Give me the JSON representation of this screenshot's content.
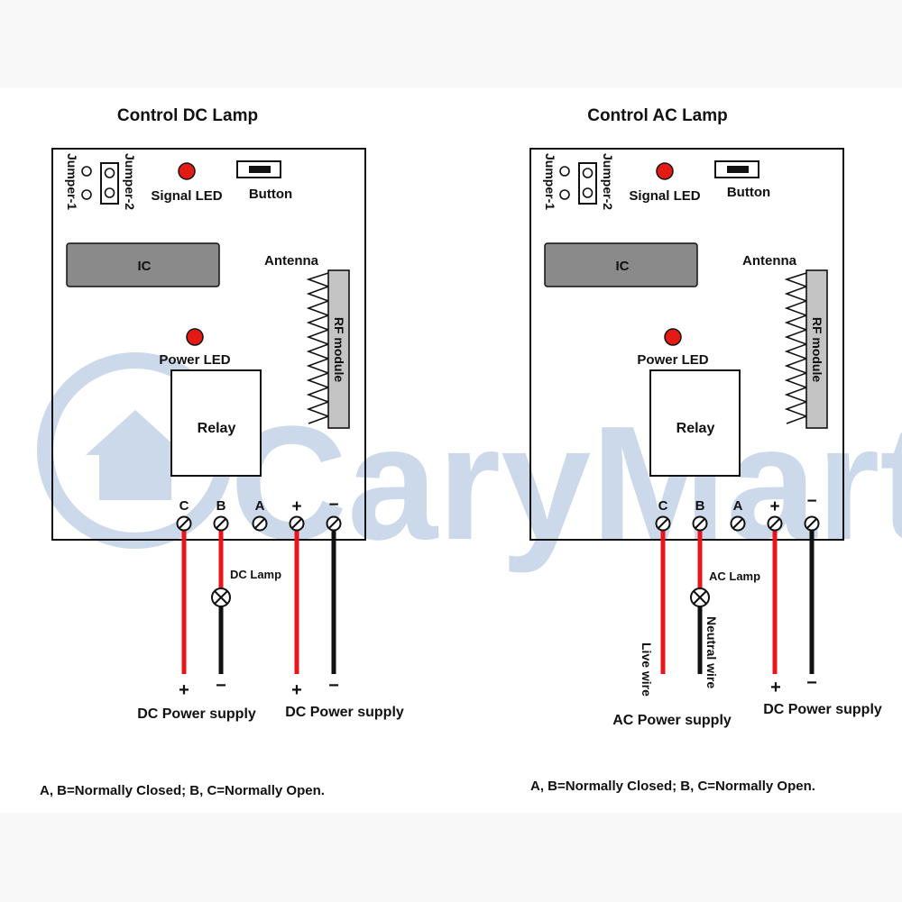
{
  "watermark": {
    "text": "CaryMart",
    "color": "#c9d7ea"
  },
  "colors": {
    "live": "#e8161b",
    "neutral": "#111111",
    "led": "#e41a14",
    "ic_fill": "#8a8a8a",
    "rf_fill": "#c4c4c4"
  },
  "left": {
    "title": "Control DC Lamp",
    "labels": {
      "jumper1": "Jumper-1",
      "jumper2": "Jumper-2",
      "signal_led": "Signal LED",
      "button": "Button",
      "ic": "IC",
      "antenna": "Antenna",
      "rf_module": "RF module",
      "power_led": "Power LED",
      "relay": "Relay"
    },
    "terminals": [
      "C",
      "B",
      "A",
      "+",
      "−"
    ],
    "lamp_label": "DC Lamp",
    "wire_end_left": [
      "+",
      "−"
    ],
    "wire_end_right": [
      "+",
      "−"
    ],
    "supply_left": "DC Power supply",
    "supply_right": "DC Power supply",
    "note": "A, B=Normally Closed; B, C=Normally Open."
  },
  "right": {
    "title": "Control AC Lamp",
    "labels": {
      "jumper1": "Jumper-1",
      "jumper2": "Jumper-2",
      "signal_led": "Signal LED",
      "button": "Button",
      "ic": "IC",
      "antenna": "Antenna",
      "rf_module": "RF module",
      "power_led": "Power LED",
      "relay": "Relay"
    },
    "terminals": [
      "C",
      "B",
      "A",
      "+",
      "−"
    ],
    "lamp_label": "AC Lamp",
    "live_wire": "Live wire",
    "neutral_wire": "Neutral wire",
    "wire_end_right": [
      "+",
      "−"
    ],
    "supply_left": "AC Power supply",
    "supply_right": "DC Power supply",
    "note": "A, B=Normally Closed; B, C=Normally Open."
  }
}
